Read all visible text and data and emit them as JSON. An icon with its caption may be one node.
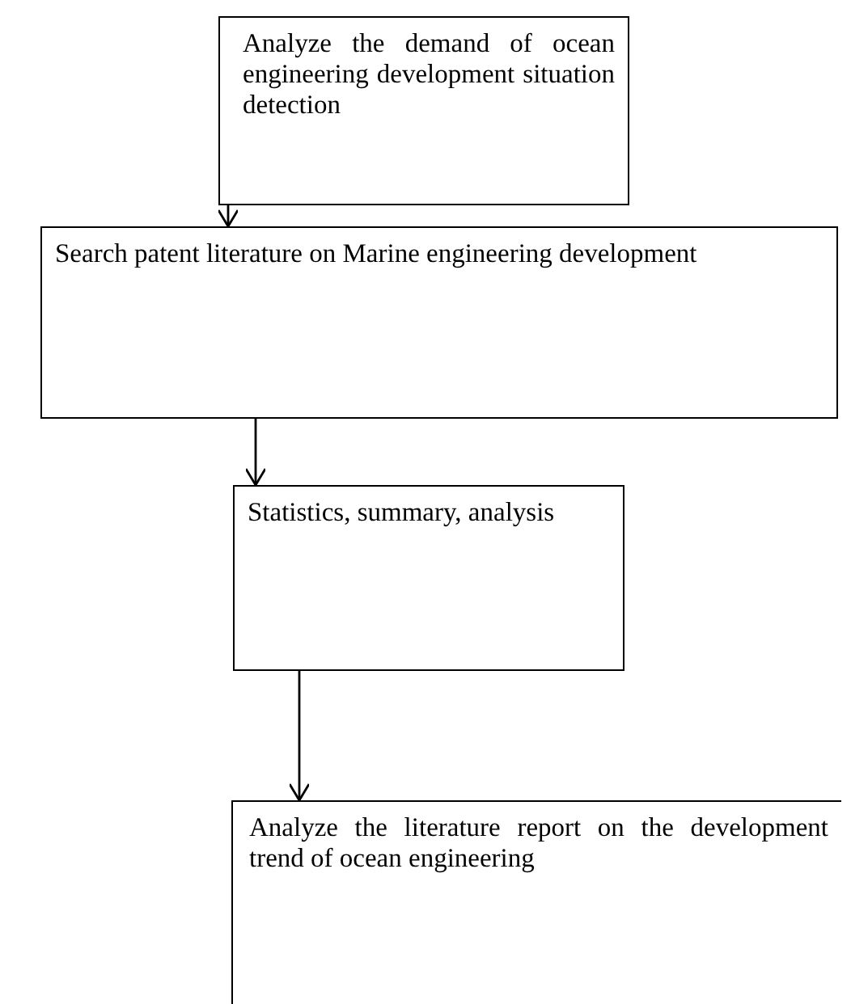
{
  "diagram": {
    "nodes": [
      {
        "text": [
          "Analyze the demand of ocean engineering development situation detection"
        ]
      },
      {
        "text": [
          "Search patent literature on Marine engineering development"
        ]
      },
      {
        "text": [
          "Statistics, summary, analysis"
        ]
      },
      {
        "text": [
          "Analyze the literature report on the development trend of ocean engineering"
        ]
      }
    ],
    "edges": [
      {
        "from": 0,
        "to": 1,
        "arrow": "to"
      },
      {
        "from": 1,
        "to": 2,
        "arrow": "to"
      },
      {
        "from": 2,
        "to": 3,
        "arrow": "to"
      }
    ]
  }
}
